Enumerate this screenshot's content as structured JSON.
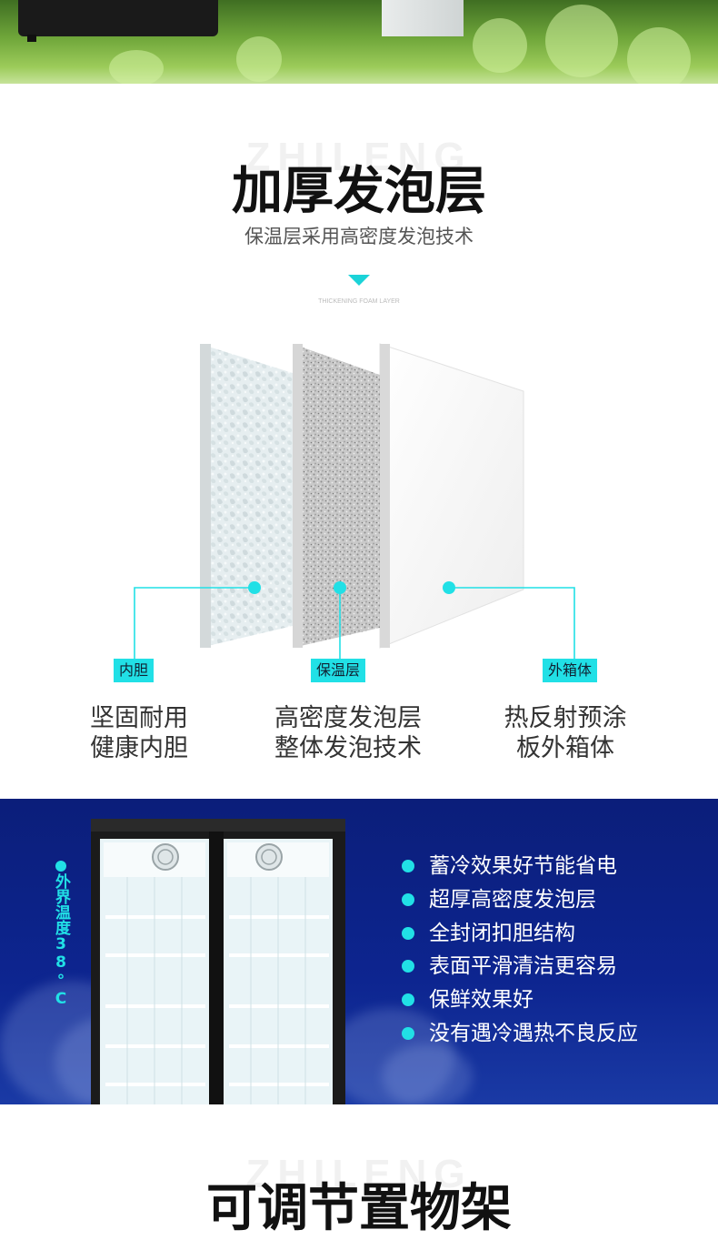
{
  "foam_section": {
    "watermark": "ZHILENG",
    "title": "加厚发泡层",
    "subtitle": "保温层采用高密度发泡技术",
    "caption": "THICKENING FOAM LAYER",
    "layers": [
      {
        "tag": "内胆",
        "line1": "坚固耐用",
        "line2": "健康内胆"
      },
      {
        "tag": "保温层",
        "line1": "高密度发泡层",
        "line2": "整体发泡技术"
      },
      {
        "tag": "外箱体",
        "line1": "热反射预涂",
        "line2": "板外箱体"
      }
    ],
    "accent_color": "#21e0e6"
  },
  "feature_section": {
    "side_label": "外界温度38°C",
    "features": [
      "蓄冷效果好节能省电",
      "超厚高密度发泡层",
      "全封闭扣胆结构",
      "表面平滑清洁更容易",
      "保鲜效果好",
      "没有遇冷遇热不良反应"
    ],
    "background_color": "#0d2590"
  },
  "shelf_section": {
    "watermark": "ZHILENG",
    "title": "可调节置物架"
  }
}
